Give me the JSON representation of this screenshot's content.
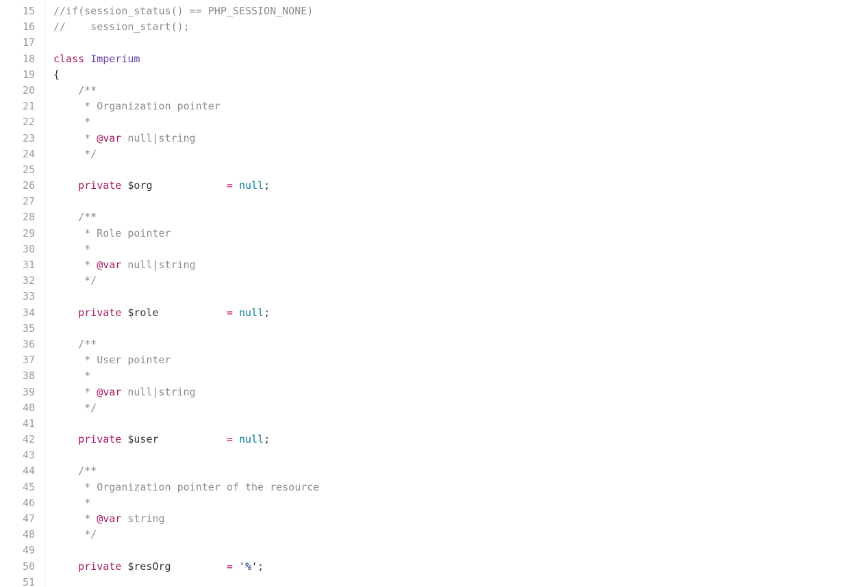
{
  "theme": {
    "comment": "#8c8c8c",
    "keyword": "#a3175f",
    "class_name": "#6f42a6",
    "constant": "#0e7a99",
    "line_number": "#9a9a9a"
  },
  "lines": [
    {
      "n": "15",
      "tokens": [
        {
          "t": "comment",
          "v": "//if(session_status() == PHP_SESSION_NONE)"
        }
      ]
    },
    {
      "n": "16",
      "tokens": [
        {
          "t": "comment",
          "v": "//    session_start();"
        }
      ]
    },
    {
      "n": "17",
      "tokens": []
    },
    {
      "n": "18",
      "tokens": [
        {
          "t": "keyword",
          "v": "class"
        },
        {
          "t": "plain",
          "v": " "
        },
        {
          "t": "class",
          "v": "Imperium"
        }
      ]
    },
    {
      "n": "19",
      "tokens": [
        {
          "t": "plain",
          "v": "{"
        }
      ]
    },
    {
      "n": "20",
      "tokens": [
        {
          "t": "comment",
          "v": "    /**"
        }
      ]
    },
    {
      "n": "21",
      "tokens": [
        {
          "t": "comment",
          "v": "     * Organization pointer"
        }
      ]
    },
    {
      "n": "22",
      "tokens": [
        {
          "t": "comment",
          "v": "     *"
        }
      ]
    },
    {
      "n": "23",
      "tokens": [
        {
          "t": "comment",
          "v": "     * "
        },
        {
          "t": "tag",
          "v": "@var"
        },
        {
          "t": "comment",
          "v": " null|string"
        }
      ]
    },
    {
      "n": "24",
      "tokens": [
        {
          "t": "comment",
          "v": "     */"
        }
      ]
    },
    {
      "n": "25",
      "tokens": []
    },
    {
      "n": "26",
      "tokens": [
        {
          "t": "plain",
          "v": "    "
        },
        {
          "t": "keyword",
          "v": "private"
        },
        {
          "t": "plain",
          "v": " $org            "
        },
        {
          "t": "op",
          "v": "="
        },
        {
          "t": "plain",
          "v": " "
        },
        {
          "t": "const",
          "v": "null"
        },
        {
          "t": "plain",
          "v": ";"
        }
      ]
    },
    {
      "n": "27",
      "tokens": []
    },
    {
      "n": "28",
      "tokens": [
        {
          "t": "comment",
          "v": "    /**"
        }
      ]
    },
    {
      "n": "29",
      "tokens": [
        {
          "t": "comment",
          "v": "     * Role pointer"
        }
      ]
    },
    {
      "n": "30",
      "tokens": [
        {
          "t": "comment",
          "v": "     *"
        }
      ]
    },
    {
      "n": "31",
      "tokens": [
        {
          "t": "comment",
          "v": "     * "
        },
        {
          "t": "tag",
          "v": "@var"
        },
        {
          "t": "comment",
          "v": " null|string"
        }
      ]
    },
    {
      "n": "32",
      "tokens": [
        {
          "t": "comment",
          "v": "     */"
        }
      ]
    },
    {
      "n": "33",
      "tokens": []
    },
    {
      "n": "34",
      "tokens": [
        {
          "t": "plain",
          "v": "    "
        },
        {
          "t": "keyword",
          "v": "private"
        },
        {
          "t": "plain",
          "v": " $role           "
        },
        {
          "t": "op",
          "v": "="
        },
        {
          "t": "plain",
          "v": " "
        },
        {
          "t": "const",
          "v": "null"
        },
        {
          "t": "plain",
          "v": ";"
        }
      ]
    },
    {
      "n": "35",
      "tokens": []
    },
    {
      "n": "36",
      "tokens": [
        {
          "t": "comment",
          "v": "    /**"
        }
      ]
    },
    {
      "n": "37",
      "tokens": [
        {
          "t": "comment",
          "v": "     * User pointer"
        }
      ]
    },
    {
      "n": "38",
      "tokens": [
        {
          "t": "comment",
          "v": "     *"
        }
      ]
    },
    {
      "n": "39",
      "tokens": [
        {
          "t": "comment",
          "v": "     * "
        },
        {
          "t": "tag",
          "v": "@var"
        },
        {
          "t": "comment",
          "v": " null|string"
        }
      ]
    },
    {
      "n": "40",
      "tokens": [
        {
          "t": "comment",
          "v": "     */"
        }
      ]
    },
    {
      "n": "41",
      "tokens": []
    },
    {
      "n": "42",
      "tokens": [
        {
          "t": "plain",
          "v": "    "
        },
        {
          "t": "keyword",
          "v": "private"
        },
        {
          "t": "plain",
          "v": " $user           "
        },
        {
          "t": "op",
          "v": "="
        },
        {
          "t": "plain",
          "v": " "
        },
        {
          "t": "const",
          "v": "null"
        },
        {
          "t": "plain",
          "v": ";"
        }
      ]
    },
    {
      "n": "43",
      "tokens": []
    },
    {
      "n": "44",
      "tokens": [
        {
          "t": "comment",
          "v": "    /**"
        }
      ]
    },
    {
      "n": "45",
      "tokens": [
        {
          "t": "comment",
          "v": "     * Organization pointer of the resource"
        }
      ]
    },
    {
      "n": "46",
      "tokens": [
        {
          "t": "comment",
          "v": "     *"
        }
      ]
    },
    {
      "n": "47",
      "tokens": [
        {
          "t": "comment",
          "v": "     * "
        },
        {
          "t": "tag",
          "v": "@var"
        },
        {
          "t": "comment",
          "v": " string"
        }
      ]
    },
    {
      "n": "48",
      "tokens": [
        {
          "t": "comment",
          "v": "     */"
        }
      ]
    },
    {
      "n": "49",
      "tokens": []
    },
    {
      "n": "50",
      "tokens": [
        {
          "t": "plain",
          "v": "    "
        },
        {
          "t": "keyword",
          "v": "private"
        },
        {
          "t": "plain",
          "v": " $resOrg         "
        },
        {
          "t": "op",
          "v": "="
        },
        {
          "t": "plain",
          "v": " '"
        },
        {
          "t": "string",
          "v": "%"
        },
        {
          "t": "plain",
          "v": "';"
        }
      ]
    },
    {
      "n": "51",
      "tokens": []
    }
  ]
}
